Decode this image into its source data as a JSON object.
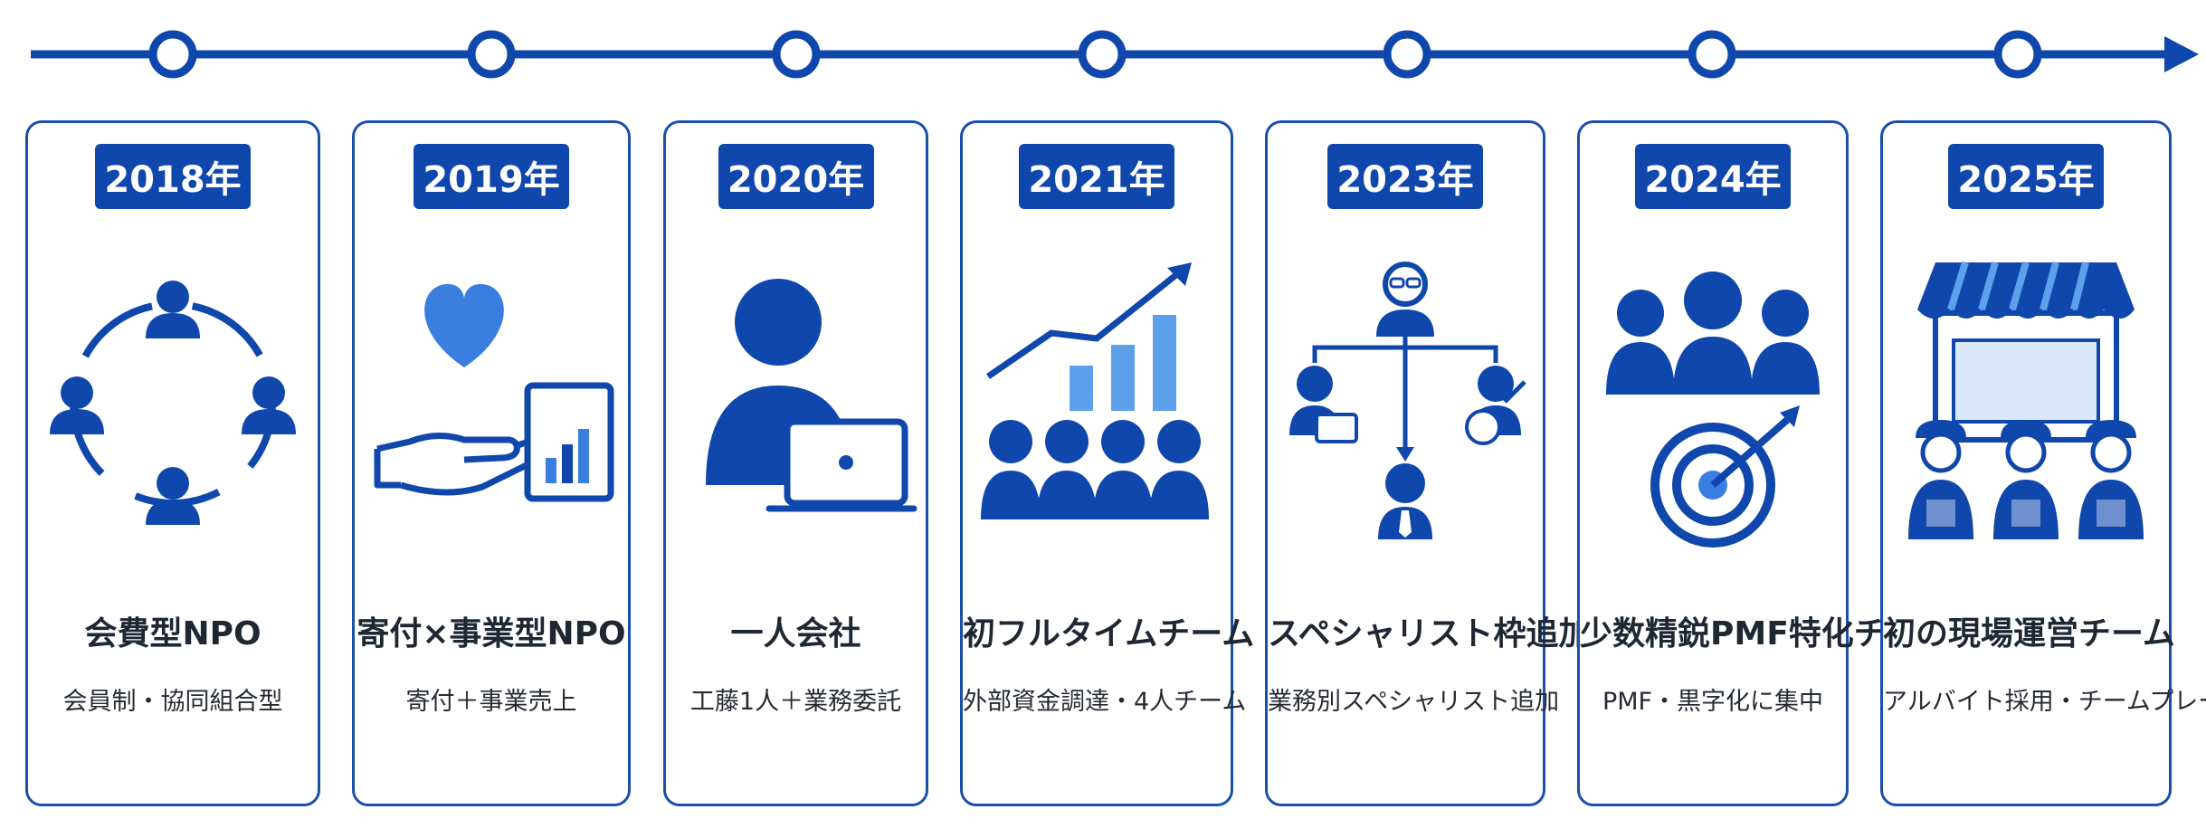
{
  "timeline": {
    "line_color": "#0f47ad",
    "accent_light": "#5da0ec",
    "steps": [
      {
        "year": "2018年",
        "title": "会費型NPO",
        "subtitle": "会員制・協同組合型",
        "icon": "community-circle-icon"
      },
      {
        "year": "2019年",
        "title": "寄付×事業型NPO",
        "subtitle": "寄付＋事業売上",
        "icon": "heart-hand-chart-icon"
      },
      {
        "year": "2020年",
        "title": "一人会社",
        "subtitle": "工藤1人＋業務委託",
        "icon": "person-laptop-icon"
      },
      {
        "year": "2021年",
        "title": "初フルタイムチーム",
        "subtitle": "外部資金調達・4人チーム",
        "icon": "growth-team-icon"
      },
      {
        "year": "2023年",
        "title": "スペシャリスト枠追加",
        "subtitle": "業務別スペシャリスト追加",
        "icon": "org-specialists-icon"
      },
      {
        "year": "2024年",
        "title": "少数精鋭PMF特化チーム",
        "subtitle": "PMF・黒字化に集中",
        "icon": "team-target-icon"
      },
      {
        "year": "2025年",
        "title": "初の現場運営チーム",
        "subtitle": "アルバイト採用・チームプレー",
        "icon": "storefront-staff-icon"
      }
    ]
  }
}
